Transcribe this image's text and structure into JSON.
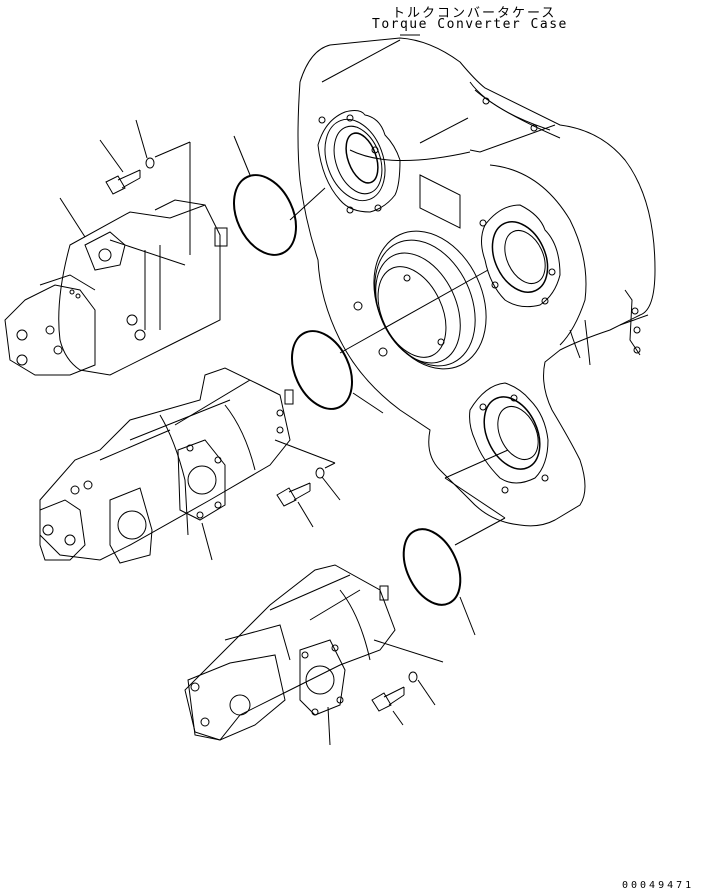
{
  "diagram": {
    "title_japanese": "トルクコンバータケース",
    "title_english": "Torque Converter Case",
    "document_number": "00049471",
    "line_color": "#000000",
    "background_color": "#ffffff",
    "components": [
      {
        "name": "torque-converter-case",
        "label": "Torque Converter Case"
      },
      {
        "name": "pump-upper",
        "label": ""
      },
      {
        "name": "pump-middle",
        "label": ""
      },
      {
        "name": "pump-lower",
        "label": ""
      },
      {
        "name": "o-ring-upper",
        "label": ""
      },
      {
        "name": "o-ring-middle",
        "label": ""
      },
      {
        "name": "o-ring-lower",
        "label": ""
      },
      {
        "name": "bolt-upper",
        "label": ""
      },
      {
        "name": "washer-upper",
        "label": ""
      },
      {
        "name": "bolt-middle",
        "label": ""
      },
      {
        "name": "washer-middle",
        "label": ""
      },
      {
        "name": "bolt-lower",
        "label": ""
      },
      {
        "name": "washer-lower",
        "label": ""
      }
    ]
  }
}
